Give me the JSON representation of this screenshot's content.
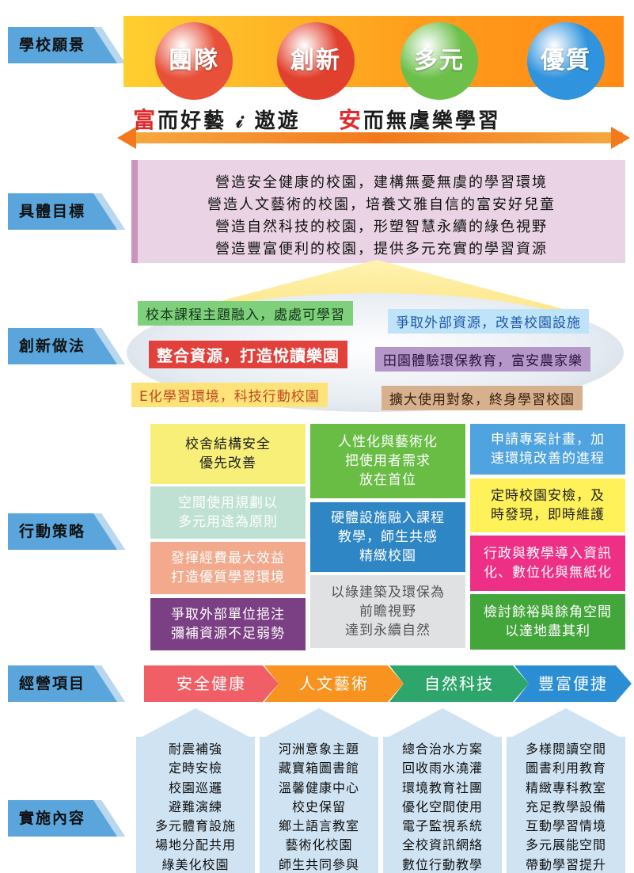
{
  "tags": {
    "vision": "學校願景",
    "goals": "具體目標",
    "innovation": "創新做法",
    "strategy": "行動策略",
    "management": "經營項目",
    "implementation": "實施內容"
  },
  "vision_balls": [
    {
      "label": "團隊",
      "color": "#e8503a"
    },
    {
      "label": "創新",
      "color": "#e2402f"
    },
    {
      "label": "多元",
      "color": "#6cc04a"
    },
    {
      "label": "優質",
      "color": "#2f93dd"
    }
  ],
  "slogan": {
    "part1_red": "富",
    "part1_rest": "而好藝 𝒾 遨遊",
    "part2_red": "安",
    "part2_rest": "而無虞樂學習"
  },
  "goals": [
    "營造安全健康的校園，建構無憂無虞的學習環境",
    "營造人文藝術的校園，培養文雅自信的富安好兒童",
    "營造自然科技的校園，形塑智慧永續的綠色視野",
    "營造豐富便利的校園，提供多元充實的學習資源"
  ],
  "innovations": [
    {
      "label": "校本課程主題融入，處處可學習",
      "bg": "#7fd07a",
      "color": "#12361a"
    },
    {
      "label": "爭取外部資源，改善校園設施",
      "bg": "#bfe3f8",
      "color": "#1f5aa8"
    },
    {
      "label": "整合資源，打造悅讀樂園",
      "bg": "#e2403a",
      "color": "#ffffff"
    },
    {
      "label": "田園體驗環保教育，富安農家樂",
      "bg": "#b597c9",
      "color": "#2b1640"
    },
    {
      "label": "E化學習環境，科技行動校園",
      "bg": "#fde37a",
      "color": "#c0491e"
    },
    {
      "label": "擴大使用對象，終身學習校園",
      "bg": "#d7b08e",
      "color": "#3a2310"
    }
  ],
  "strategies": [
    {
      "lines": [
        "校舍結構安全",
        "優先改善"
      ],
      "bg": "#f7ef78",
      "color": "#222222"
    },
    {
      "lines": [
        "人性化與藝術化",
        "把使用者需求",
        "放在首位"
      ],
      "bg": "#69bd45",
      "color": "#ffffff"
    },
    {
      "lines": [
        "申請專案計畫，加",
        "速環境改善的進程"
      ],
      "bg": "#4fa3de",
      "color": "#ffffff"
    },
    {
      "lines": [
        "空間使用規劃以",
        "多元用途為原則"
      ],
      "bg": "#bfe1d3",
      "color": "#ffffff"
    },
    {
      "lines": [
        "硬體設施融入課程",
        "教學，師生共感",
        "精緻校園"
      ],
      "bg": "#2e86c4",
      "color": "#ffffff"
    },
    {
      "lines": [
        "定時校園安檢，及",
        "時發現，即時維護"
      ],
      "bg": "#fff159",
      "color": "#222222"
    },
    {
      "lines": [
        "發揮經費最大效益",
        "打造優質學習環境"
      ],
      "bg": "#f2a98c",
      "color": "#ffffff"
    },
    {
      "lines": [
        "行政與教學導入資訊",
        "化、數位化與無紙化"
      ],
      "bg": "#ee2f86",
      "color": "#ffffff"
    },
    {
      "lines": [
        "以綠建築及環保為",
        "前瞻視野",
        "達到永續自然"
      ],
      "bg": "#dfe1e3",
      "color": "#555555"
    },
    {
      "lines": [
        "爭取外部單位挹注",
        "彌補資源不足弱勢"
      ],
      "bg": "#7b3f83",
      "color": "#ffffff"
    },
    {
      "lines": [
        "檢討餘裕與餘角空間",
        "以達地盡其利"
      ],
      "bg": "#43a63a",
      "color": "#ffffff"
    }
  ],
  "management": [
    {
      "label": "安全健康",
      "color": "#f05f66"
    },
    {
      "label": "人文藝術",
      "color": "#f7931e"
    },
    {
      "label": "自然科技",
      "color": "#2ea66b"
    },
    {
      "label": "豐富便捷",
      "color": "#2b8ed4"
    }
  ],
  "implementation": [
    [
      "耐震補強",
      "定時安檢",
      "校園巡邏",
      "避難演練",
      "多元體育設施",
      "場地分配共用",
      "綠美化校園"
    ],
    [
      "河洲意象主題",
      "藏寶箱圖書館",
      "溫馨健康中心",
      "校史保留",
      "鄉土語言教室",
      "藝術化校園",
      "師生共同參與"
    ],
    [
      "總合治水方案",
      "回收雨水澆灌",
      "環境教育社團",
      "優化空間使用",
      "電子監視系統",
      "全校資訊網絡",
      "數位行動教學"
    ],
    [
      "多樣閱讀空間",
      "圖書利用教育",
      "精緻專科教室",
      "充足教學設備",
      "互動學習情境",
      "多元展能空間",
      "帶動學習提升"
    ]
  ]
}
